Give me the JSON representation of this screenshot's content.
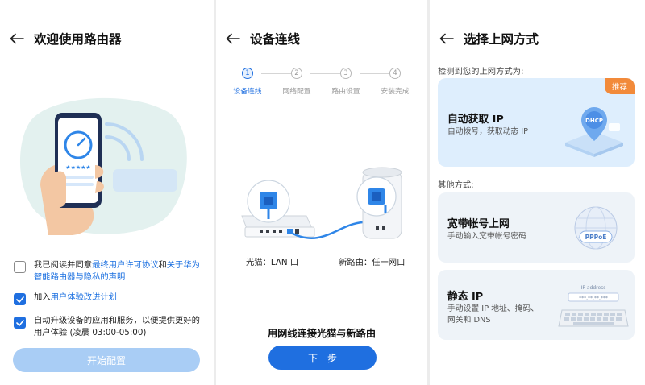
{
  "panel1": {
    "title": "欢迎使用路由器",
    "checks": [
      {
        "checked": false,
        "parts": [
          "我已阅读并同意",
          "最终用户许可协议",
          "和",
          "关于华为智能路由器与隐私的声明"
        ]
      },
      {
        "checked": true,
        "parts": [
          "加入",
          "用户体验改进计划"
        ]
      },
      {
        "checked": true,
        "text": "自动升级设备的应用和服务，以便提供更好的用户体验 (凌晨 03:00-05:00)"
      }
    ],
    "start_button": "开始配置",
    "rating_stars": "★★★★★"
  },
  "panel2": {
    "title": "设备连线",
    "steps": [
      {
        "num": "1",
        "label": "设备连线",
        "active": true
      },
      {
        "num": "2",
        "label": "网络配置",
        "active": false
      },
      {
        "num": "3",
        "label": "路由设置",
        "active": false
      },
      {
        "num": "4",
        "label": "安装完成",
        "active": false
      }
    ],
    "modem_caption": "光猫：LAN 口",
    "router_caption": "新路由：任一网口",
    "instruction": "用网线连接光猫与新路由",
    "next_button": "下一步"
  },
  "panel3": {
    "title": "选择上网方式",
    "detected_label": "检测到您的上网方式为:",
    "recommended": {
      "badge": "推荐",
      "title": "自动获取 IP",
      "subtitle": "自动拨号，获取动态 IP",
      "art_label": "DHCP"
    },
    "other_label": "其他方式:",
    "options": [
      {
        "title": "宽带帐号上网",
        "subtitle": "手动输入宽带帐号密码",
        "art_label": "PPPoE"
      },
      {
        "title": "静态 IP",
        "subtitle": "手动设置 IP 地址、掩码、网关和 DNS",
        "art_label": "IP address",
        "art_value": "***.**.**.***"
      }
    ]
  },
  "colors": {
    "primary": "#1f6fe0",
    "primary_disabled": "#a9cdf5",
    "badge": "#f28a3a",
    "card_recommended": "#deeefd",
    "card_normal": "#eef3f8"
  },
  "icons": [
    "back-arrow-icon",
    "checkbox-icon",
    "globe-icon",
    "keyboard-icon",
    "database-icon"
  ]
}
